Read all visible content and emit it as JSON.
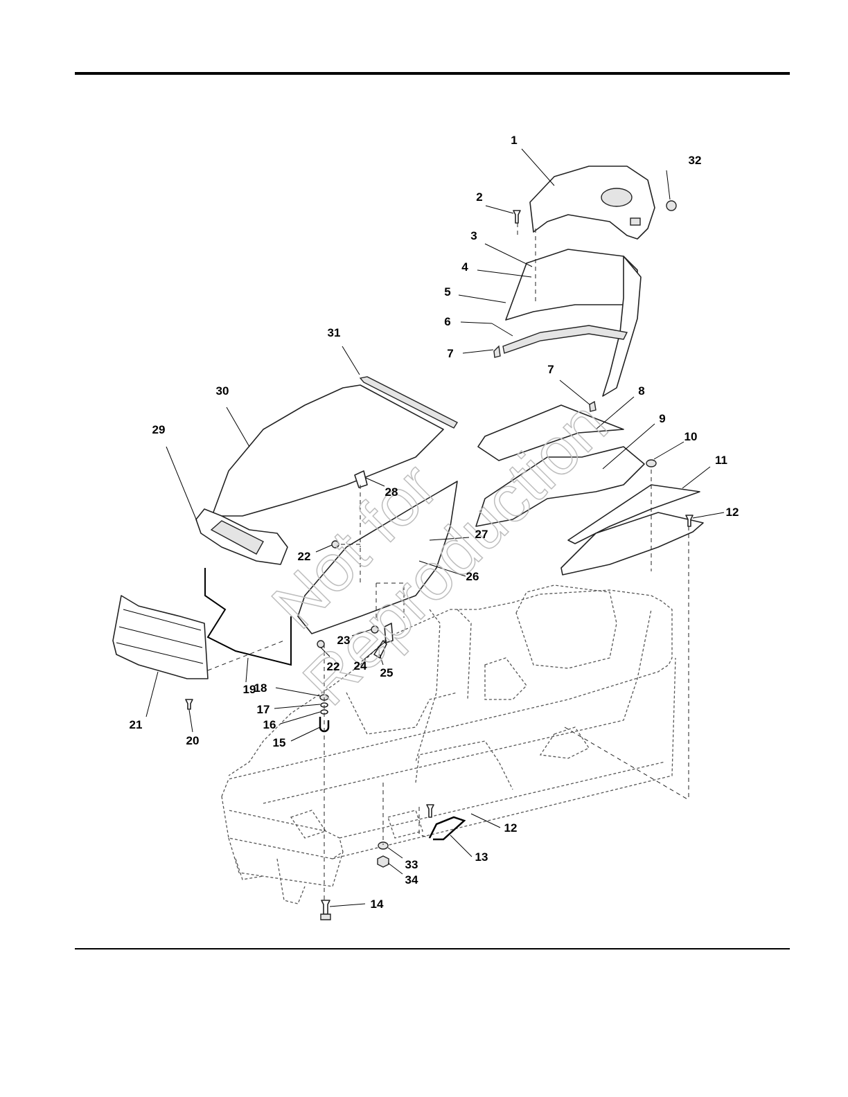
{
  "watermark": {
    "line1": "Not for",
    "line2": "Reproduction"
  },
  "callouts": [
    "1",
    "2",
    "3",
    "4",
    "5",
    "6",
    "7",
    "7",
    "8",
    "9",
    "10",
    "11",
    "12",
    "12",
    "13",
    "14",
    "15",
    "16",
    "17",
    "18",
    "19",
    "20",
    "21",
    "22",
    "22",
    "23",
    "24",
    "25",
    "26",
    "27",
    "28",
    "29",
    "30",
    "31",
    "32",
    "33",
    "34"
  ]
}
